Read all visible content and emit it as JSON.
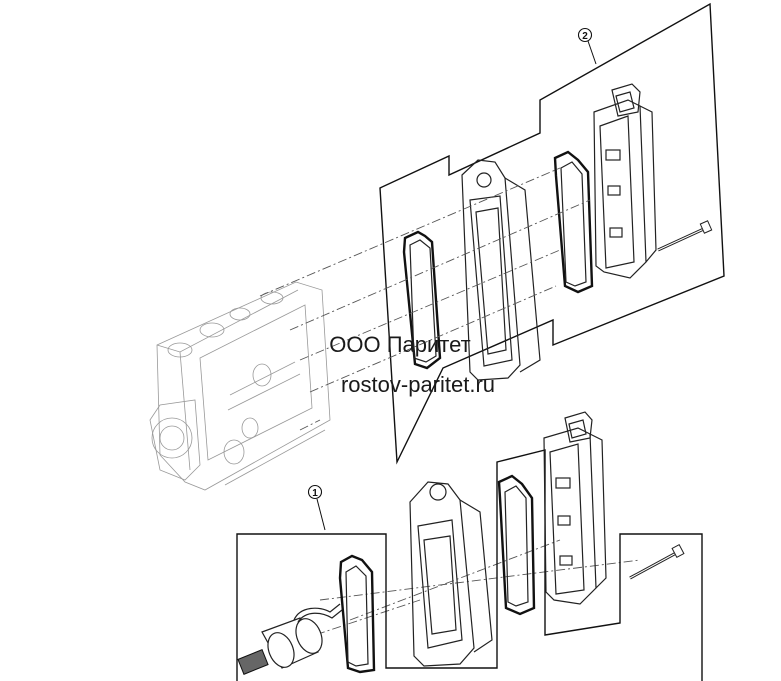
{
  "callouts": [
    {
      "id": "callout-1",
      "text": "1"
    },
    {
      "id": "callout-2",
      "text": "2"
    }
  ],
  "watermark": {
    "line1": "ООО Паритет",
    "line2": "rostov-paritet.ru"
  }
}
